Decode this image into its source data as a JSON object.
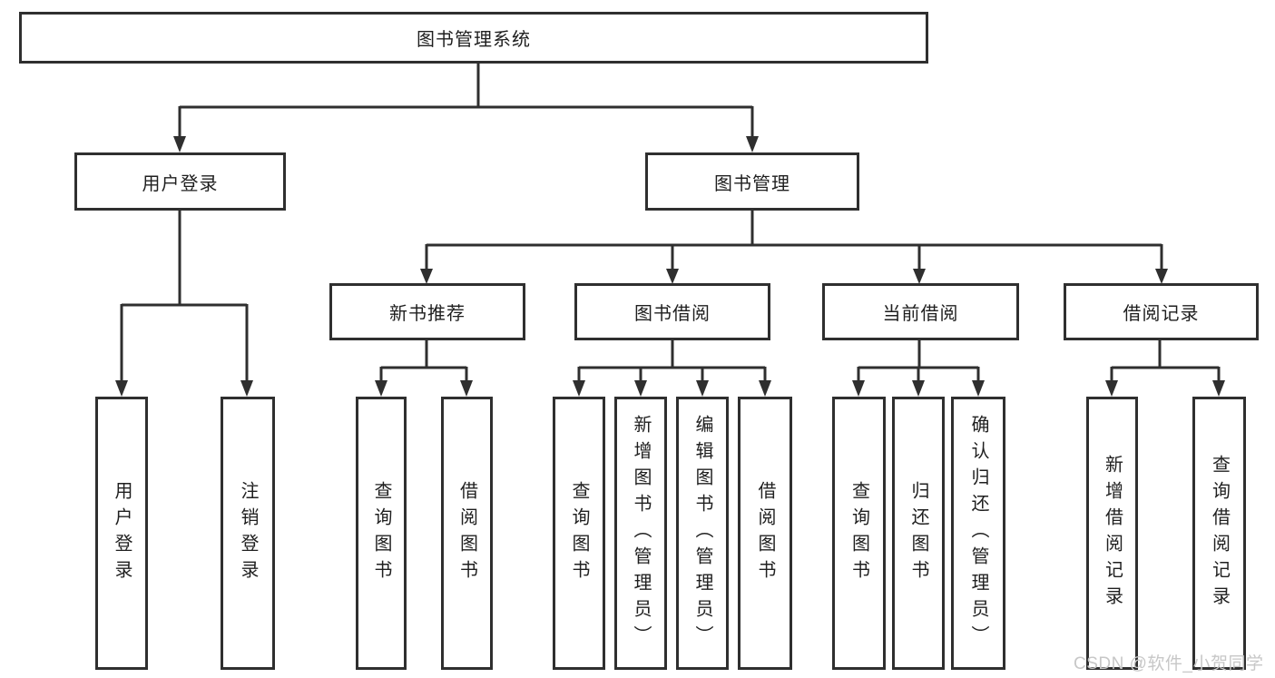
{
  "colors": {
    "line": "#2f2f2f",
    "text": "#1f1f1f",
    "background": "#ffffff",
    "watermark": "#c7c7c7"
  },
  "watermark": "CSDN @软件_小贺同学",
  "tree": {
    "root": {
      "label": "图书管理系统"
    },
    "branches": [
      {
        "label": "用户登录",
        "children": [
          {
            "label": "用户登录"
          },
          {
            "label": "注销登录"
          }
        ]
      },
      {
        "label": "图书管理",
        "children": [
          {
            "label": "新书推荐",
            "children": [
              {
                "label": "查询图书"
              },
              {
                "label": "借阅图书"
              }
            ]
          },
          {
            "label": "图书借阅",
            "children": [
              {
                "label": "查询图书"
              },
              {
                "label": "新增图书（管理员）"
              },
              {
                "label": "编辑图书（管理员）"
              },
              {
                "label": "借阅图书"
              }
            ]
          },
          {
            "label": "当前借阅",
            "children": [
              {
                "label": "查询图书"
              },
              {
                "label": "归还图书"
              },
              {
                "label": "确认归还（管理员）"
              }
            ]
          },
          {
            "label": "借阅记录",
            "children": [
              {
                "label": "新增借阅记录"
              },
              {
                "label": "查询借阅记录"
              }
            ]
          }
        ]
      }
    ]
  }
}
